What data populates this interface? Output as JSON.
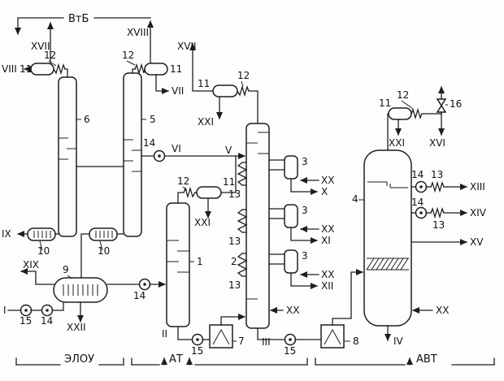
{
  "diagram": {
    "kind": "refinery-process-flow-diagram",
    "sections": {
      "vtb": "ВтБ",
      "elou": "ЭЛОУ",
      "at": "АТ",
      "avt": "АВТ"
    },
    "streams": {
      "I": "I",
      "II": "II",
      "III": "III",
      "IV": "IV",
      "V": "V",
      "VI": "VI",
      "VII": "VII",
      "VIII": "VIII",
      "IX": "IX",
      "X": "X",
      "XI": "XI",
      "XII": "XII",
      "XIII": "XIII",
      "XIV": "XIV",
      "XV": "XV",
      "XVI": "XVI",
      "XVII": "XVII",
      "XVIII": "XVIII",
      "XIX": "XIX",
      "XX": "XX",
      "XXI": "XXI",
      "XXII": "XXII"
    },
    "equipment": {
      "1": "1",
      "2": "2",
      "3": "3",
      "4": "4",
      "5": "5",
      "6": "6",
      "7": "7",
      "8": "8",
      "9": "9",
      "10": "10",
      "11": "11",
      "12": "12",
      "13": "13",
      "14": "14",
      "15": "15",
      "16": "16"
    }
  }
}
